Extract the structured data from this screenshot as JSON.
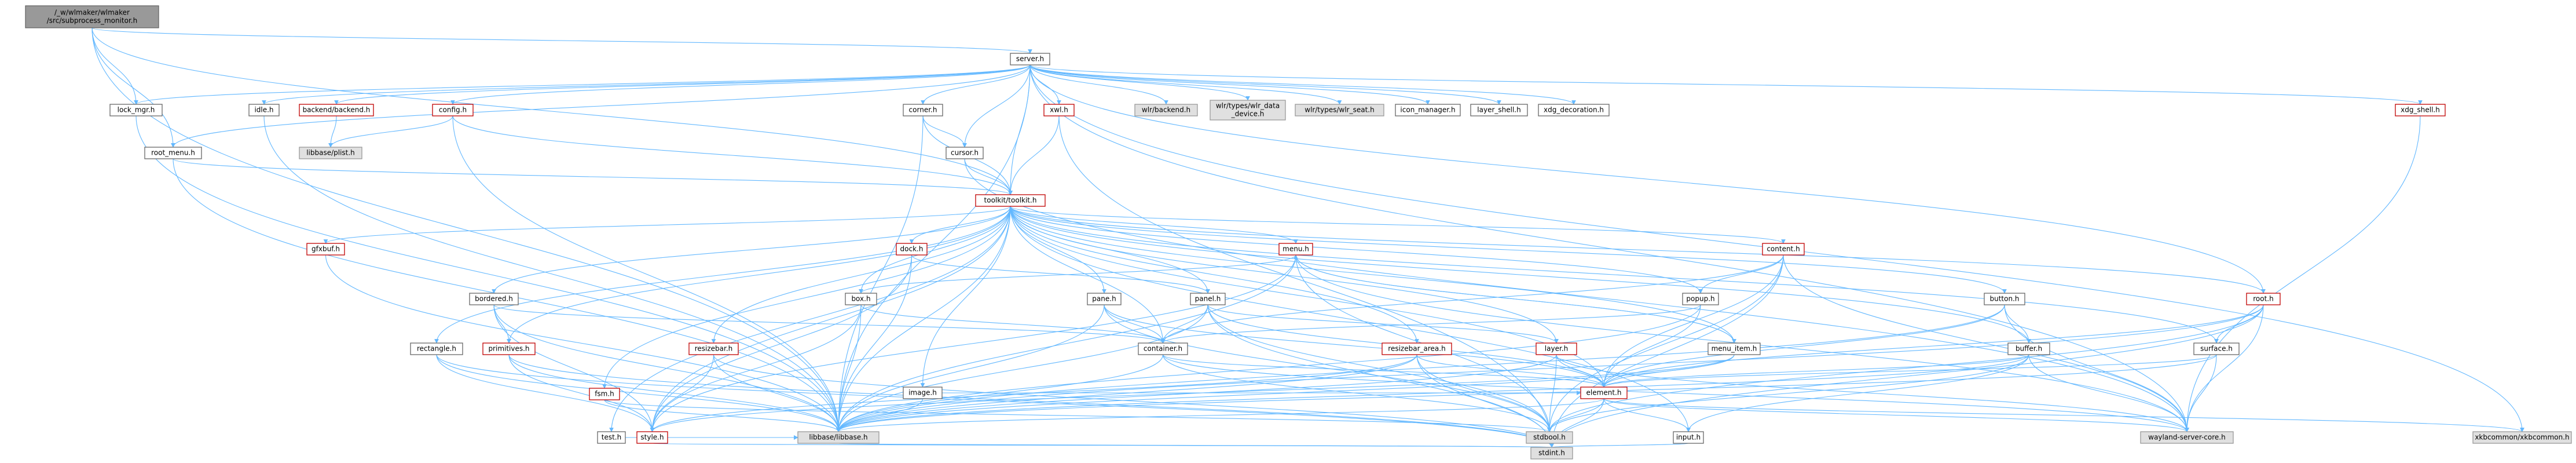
{
  "colors": {
    "edge": "#63b8ff",
    "node_border_red": "#c00000",
    "node_border_black": "#666666",
    "node_fill_gray": "#e0e0e0",
    "node_fill_root": "#999999"
  },
  "nodes": [
    {
      "id": "root",
      "lines": [
        "/_w/wlmaker/wlmaker",
        "/src/subprocess_monitor.h"
      ],
      "style": "root"
    },
    {
      "id": "server",
      "lines": [
        "server.h"
      ],
      "style": "black"
    },
    {
      "id": "lock_mgr",
      "lines": [
        "lock_mgr.h"
      ],
      "style": "black"
    },
    {
      "id": "root_menu",
      "lines": [
        "root_menu.h"
      ],
      "style": "black"
    },
    {
      "id": "idle",
      "lines": [
        "idle.h"
      ],
      "style": "black"
    },
    {
      "id": "backend",
      "lines": [
        "backend/backend.h"
      ],
      "style": "red"
    },
    {
      "id": "config",
      "lines": [
        "config.h"
      ],
      "style": "red"
    },
    {
      "id": "plist",
      "lines": [
        "libbase/plist.h"
      ],
      "style": "gray"
    },
    {
      "id": "corner",
      "lines": [
        "corner.h"
      ],
      "style": "black"
    },
    {
      "id": "cursor",
      "lines": [
        "cursor.h"
      ],
      "style": "black"
    },
    {
      "id": "xwl",
      "lines": [
        "xwl.h"
      ],
      "style": "red"
    },
    {
      "id": "wlr_backend",
      "lines": [
        "wlr/backend.h"
      ],
      "style": "gray"
    },
    {
      "id": "wlr_data",
      "lines": [
        "wlr/types/wlr_data",
        "_device.h"
      ],
      "style": "gray"
    },
    {
      "id": "wlr_seat",
      "lines": [
        "wlr/types/wlr_seat.h"
      ],
      "style": "gray"
    },
    {
      "id": "icon_manager",
      "lines": [
        "icon_manager.h"
      ],
      "style": "black"
    },
    {
      "id": "layer_shell",
      "lines": [
        "layer_shell.h"
      ],
      "style": "black"
    },
    {
      "id": "xdg_decoration",
      "lines": [
        "xdg_decoration.h"
      ],
      "style": "black"
    },
    {
      "id": "xdg_shell",
      "lines": [
        "xdg_shell.h"
      ],
      "style": "red"
    },
    {
      "id": "toolkit",
      "lines": [
        "toolkit/toolkit.h"
      ],
      "style": "red"
    },
    {
      "id": "gfxbuf",
      "lines": [
        "gfxbuf.h"
      ],
      "style": "red"
    },
    {
      "id": "dock",
      "lines": [
        "dock.h"
      ],
      "style": "red"
    },
    {
      "id": "bordered",
      "lines": [
        "bordered.h"
      ],
      "style": "black"
    },
    {
      "id": "rectangle",
      "lines": [
        "rectangle.h"
      ],
      "style": "black"
    },
    {
      "id": "primitives",
      "lines": [
        "primitives.h"
      ],
      "style": "red"
    },
    {
      "id": "resizebar",
      "lines": [
        "resizebar.h"
      ],
      "style": "red"
    },
    {
      "id": "fsm",
      "lines": [
        "fsm.h"
      ],
      "style": "red"
    },
    {
      "id": "test",
      "lines": [
        "test.h"
      ],
      "style": "black"
    },
    {
      "id": "box",
      "lines": [
        "box.h"
      ],
      "style": "black"
    },
    {
      "id": "image",
      "lines": [
        "image.h"
      ],
      "style": "black"
    },
    {
      "id": "menu",
      "lines": [
        "menu.h"
      ],
      "style": "red"
    },
    {
      "id": "pane",
      "lines": [
        "pane.h"
      ],
      "style": "black"
    },
    {
      "id": "panel",
      "lines": [
        "panel.h"
      ],
      "style": "black"
    },
    {
      "id": "container",
      "lines": [
        "container.h"
      ],
      "style": "black"
    },
    {
      "id": "resizebar_area",
      "lines": [
        "resizebar_area.h"
      ],
      "style": "red"
    },
    {
      "id": "layer",
      "lines": [
        "layer.h"
      ],
      "style": "red"
    },
    {
      "id": "menu_item",
      "lines": [
        "menu_item.h"
      ],
      "style": "black"
    },
    {
      "id": "content",
      "lines": [
        "content.h"
      ],
      "style": "red"
    },
    {
      "id": "popup",
      "lines": [
        "popup.h"
      ],
      "style": "black"
    },
    {
      "id": "button",
      "lines": [
        "button.h"
      ],
      "style": "black"
    },
    {
      "id": "buffer",
      "lines": [
        "buffer.h"
      ],
      "style": "black"
    },
    {
      "id": "root_h",
      "lines": [
        "root.h"
      ],
      "style": "red"
    },
    {
      "id": "surface",
      "lines": [
        "surface.h"
      ],
      "style": "black"
    },
    {
      "id": "style",
      "lines": [
        "style.h"
      ],
      "style": "red"
    },
    {
      "id": "element",
      "lines": [
        "element.h"
      ],
      "style": "red"
    },
    {
      "id": "libbase",
      "lines": [
        "libbase/libbase.h"
      ],
      "style": "gray"
    },
    {
      "id": "stdbool",
      "lines": [
        "stdbool.h"
      ],
      "style": "gray"
    },
    {
      "id": "input",
      "lines": [
        "input.h"
      ],
      "style": "black"
    },
    {
      "id": "wayland",
      "lines": [
        "wayland-server-core.h"
      ],
      "style": "gray"
    },
    {
      "id": "xkb",
      "lines": [
        "xkbcommon/xkbcommon.h"
      ],
      "style": "gray"
    },
    {
      "id": "stdint",
      "lines": [
        "stdint.h"
      ],
      "style": "gray"
    }
  ]
}
